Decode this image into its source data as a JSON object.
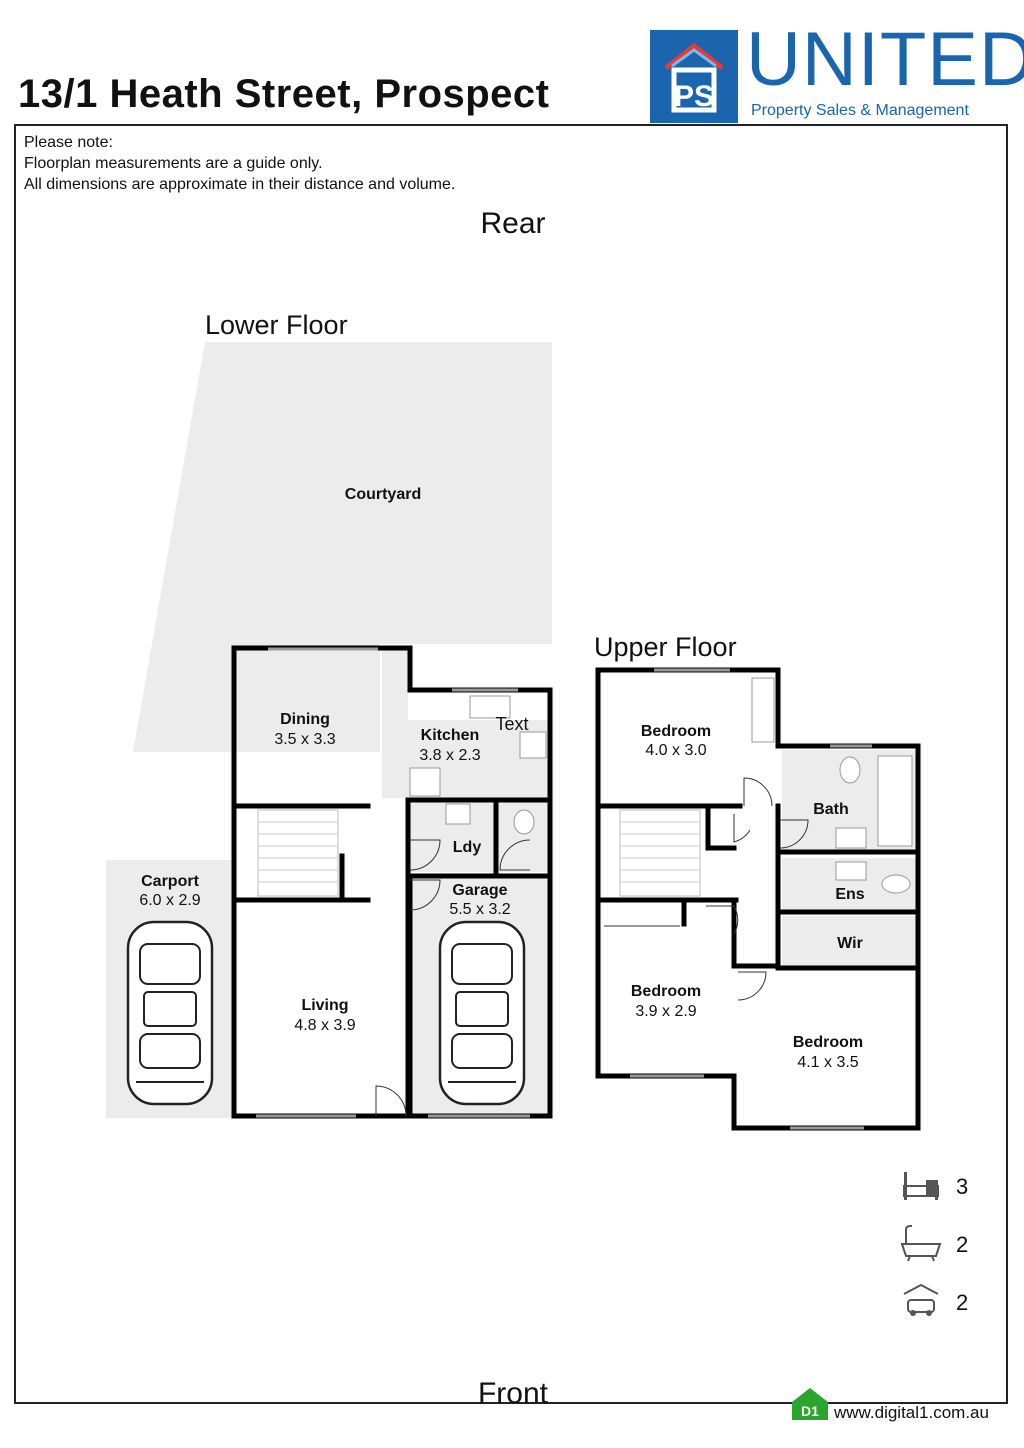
{
  "header": {
    "title": "13/1 Heath Street, Prospect",
    "brand_name": "UNITED",
    "brand_tagline": "Property Sales & Management",
    "brand_color": "#1a65ad",
    "logo_letters": "PS"
  },
  "note": {
    "line1": "Please note:",
    "line2": "Floorplan measurements are a guide only.",
    "line3": "All dimensions are approximate in their distance and volume."
  },
  "orientation": {
    "rear": "Rear",
    "front": "Front"
  },
  "lower_floor": {
    "title": "Lower Floor",
    "courtyard": "Courtyard",
    "dining": {
      "name": "Dining",
      "size": "3.5 x 3.3"
    },
    "kitchen": {
      "name": "Kitchen",
      "size": "3.8 x 2.3",
      "extra": "Text"
    },
    "laundry": {
      "name": "Ldy"
    },
    "garage": {
      "name": "Garage",
      "size": "5.5 x 3.2"
    },
    "living": {
      "name": "Living",
      "size": "4.8 x 3.9"
    },
    "carport": {
      "name": "Carport",
      "size": "6.0 x 2.9"
    }
  },
  "upper_floor": {
    "title": "Upper Floor",
    "bedroom1": {
      "name": "Bedroom",
      "size": "4.0 x 3.0"
    },
    "bath": {
      "name": "Bath"
    },
    "ensuite": {
      "name": "Ens"
    },
    "wir": {
      "name": "Wir"
    },
    "bedroom2": {
      "name": "Bedroom",
      "size": "3.9 x 2.9"
    },
    "bedroom3": {
      "name": "Bedroom",
      "size": "4.1 x 3.5"
    }
  },
  "stats": {
    "bedrooms": {
      "icon": "bed-icon",
      "value": "3"
    },
    "bathrooms": {
      "icon": "bath-icon",
      "value": "2"
    },
    "cars": {
      "icon": "car-icon",
      "value": "2"
    }
  },
  "footer": {
    "website": "www.digital1.com.au",
    "badge": "D1",
    "badge_color": "#2aa52e"
  }
}
